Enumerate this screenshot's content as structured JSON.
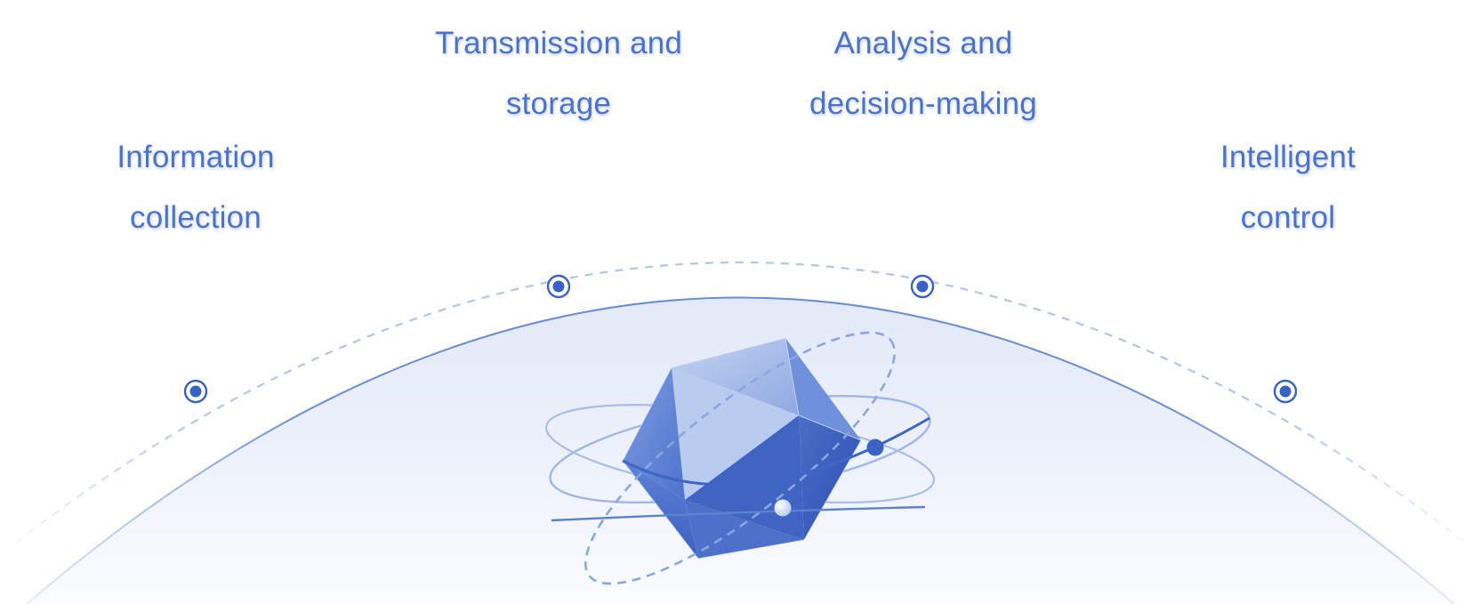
{
  "stages": [
    {
      "line1": "Information",
      "line2": "collection"
    },
    {
      "line1": "Transmission and",
      "line2": "storage"
    },
    {
      "line1": "Analysis and",
      "line2": "decision-making"
    },
    {
      "line1": "Intelligent",
      "line2": "control"
    }
  ],
  "colors": {
    "label": "#4a73c9",
    "accent": "#3a62c2",
    "dashed_arc": "#b3c5e6",
    "dome_edge": "#5c82cf",
    "dome_fill_top": "#e3eaf8",
    "crystal_dark": "#2f56b5",
    "crystal_light": "#a9bfea"
  },
  "icons": {
    "marker": "ringed-dot-icon",
    "core": "icosahedron-icon"
  }
}
